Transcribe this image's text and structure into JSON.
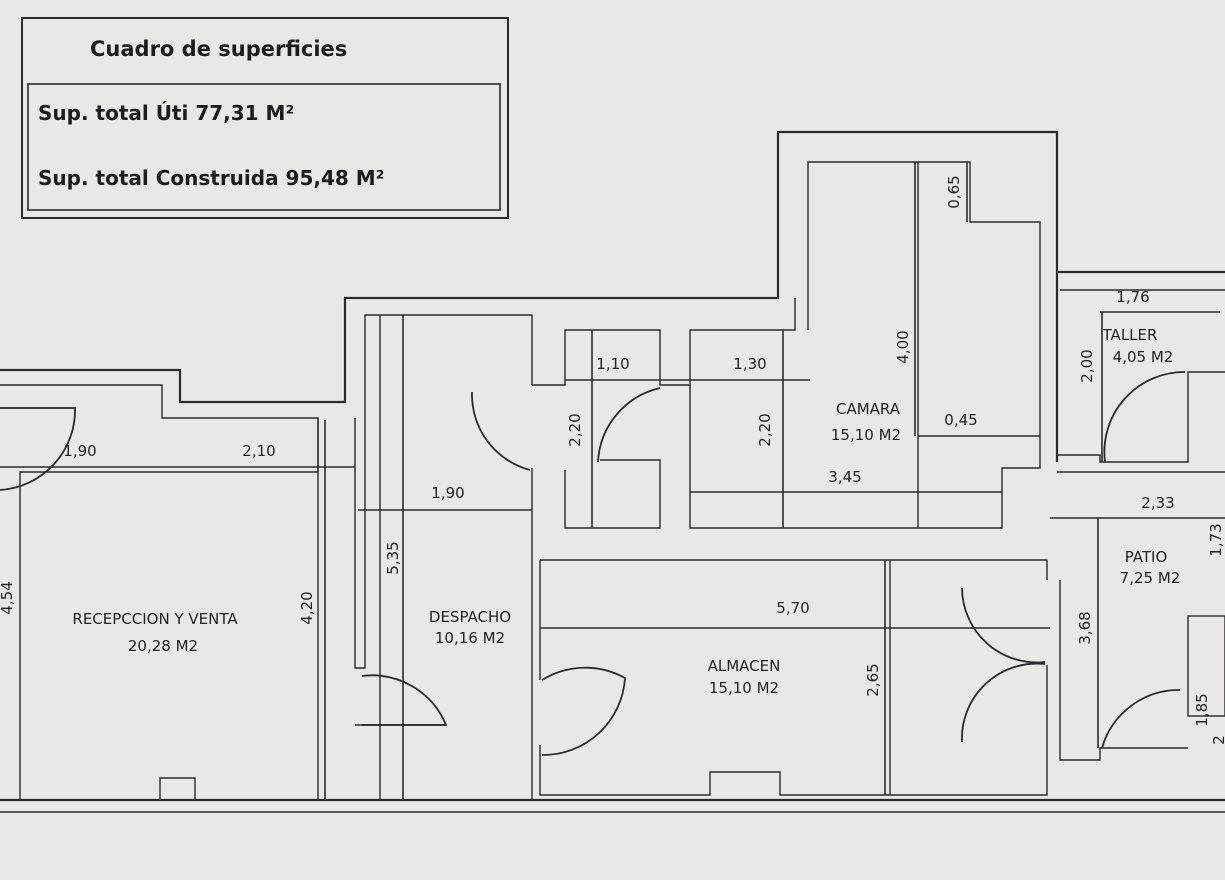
{
  "legend": {
    "title": "Cuadro de superficies",
    "useful_area": "Sup. total Úti  77,31 M²",
    "built_area": "Sup. total Construida  95,48 M²"
  },
  "rooms": {
    "reception": {
      "name": "RECEPCCION  Y  VENTA",
      "area": "20,28  M2"
    },
    "office": {
      "name": "DESPACHO",
      "area": "10,16  M2"
    },
    "storage": {
      "name": "ALMACEN",
      "area": "15,10  M2"
    },
    "chamber": {
      "name": "CAMARA",
      "area": "15,10  M2"
    },
    "workshop": {
      "name": "TALLER",
      "area": "4,05  M2"
    },
    "patio": {
      "name": "PATIO",
      "area": "7,25  M2"
    }
  },
  "dimensions": {
    "reception_width_a": "1,90",
    "reception_width_b": "2,10",
    "reception_depth": "4,20",
    "reception_left": "4,54",
    "office_width": "1,90",
    "office_depth": "5,35",
    "corridor_width": "1,10",
    "corridor_depth": "2,20",
    "chamber_width_a": "1,30",
    "chamber_depth_a": "2,20",
    "chamber_depth": "4,00",
    "chamber_width": "3,45",
    "chamber_notch_w": "0,45",
    "chamber_notch_h": "0,65",
    "storage_width": "5,70",
    "storage_depth": "2,65",
    "workshop_width": "1,76",
    "workshop_depth": "2,00",
    "patio_width": "2,33",
    "patio_depth": "3,68",
    "patio_side": "1,73",
    "wc_depth": "1,85",
    "wc_partial": "2"
  }
}
